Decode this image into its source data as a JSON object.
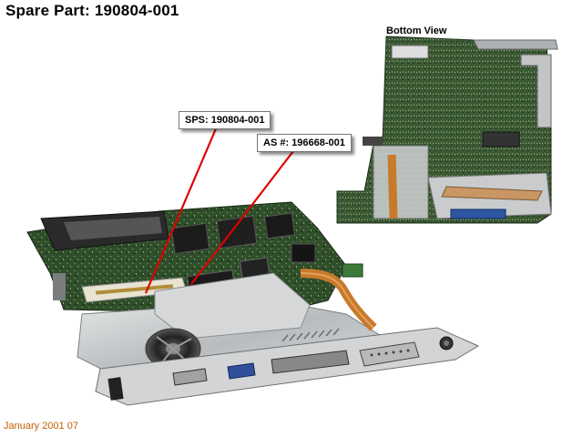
{
  "page": {
    "title": "Spare Part: 190804-001",
    "footer": "January 2001 07"
  },
  "callouts": {
    "sps": "SPS: 190804-001",
    "assembly": "AS #: 196668-001",
    "bottom_view": "Bottom View"
  },
  "colors": {
    "pcb_green": "#2f4f2a",
    "metal_shield": "#c9cbcc",
    "pointer_red": "#e00000",
    "flex_cable": "#c8792c",
    "footer_text": "#c06000"
  }
}
